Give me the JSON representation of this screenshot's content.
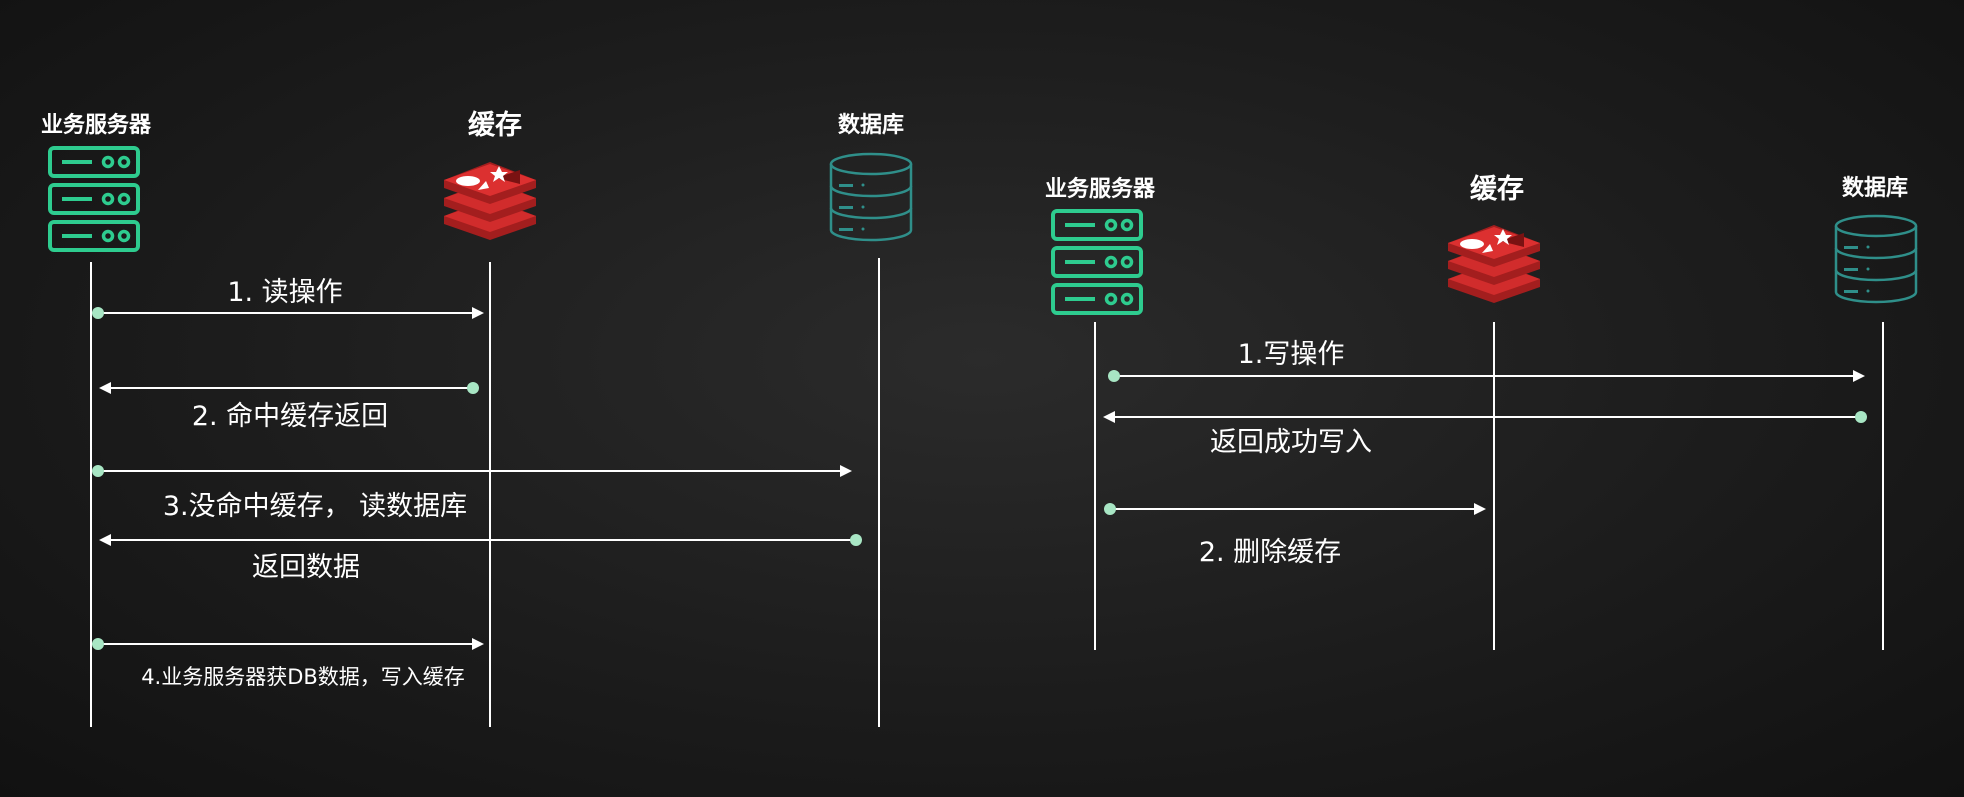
{
  "colors": {
    "accent_green": "#2ecc8f",
    "dot_green": "#a8e6c4",
    "redis_red": "#d12c2c",
    "db_teal": "#2f8f8a",
    "line": "#ffffff"
  },
  "left": {
    "actors": {
      "server": {
        "label": "业务服务器",
        "icon": "server-icon"
      },
      "cache": {
        "label": "缓存",
        "icon": "redis-icon"
      },
      "db": {
        "label": "数据库",
        "icon": "database-icon"
      }
    },
    "messages": [
      {
        "step": "1. 读操作",
        "from": "server",
        "to": "cache"
      },
      {
        "step": "2. 命中缓存返回",
        "from": "cache",
        "to": "server"
      },
      {
        "step": "3.没命中缓存， 读数据库",
        "from": "server",
        "to": "db"
      },
      {
        "step": "返回数据",
        "from": "db",
        "to": "server"
      },
      {
        "step": "4.业务服务器获DB数据，写入缓存",
        "from": "server",
        "to": "cache"
      }
    ]
  },
  "right": {
    "actors": {
      "server": {
        "label": "业务服务器",
        "icon": "server-icon"
      },
      "cache": {
        "label": "缓存",
        "icon": "redis-icon"
      },
      "db": {
        "label": "数据库",
        "icon": "database-icon"
      }
    },
    "messages": [
      {
        "step": "1.写操作",
        "from": "server",
        "to": "db"
      },
      {
        "step": "返回成功写入",
        "from": "db",
        "to": "server"
      },
      {
        "step": "2. 删除缓存",
        "from": "server",
        "to": "cache"
      }
    ]
  }
}
